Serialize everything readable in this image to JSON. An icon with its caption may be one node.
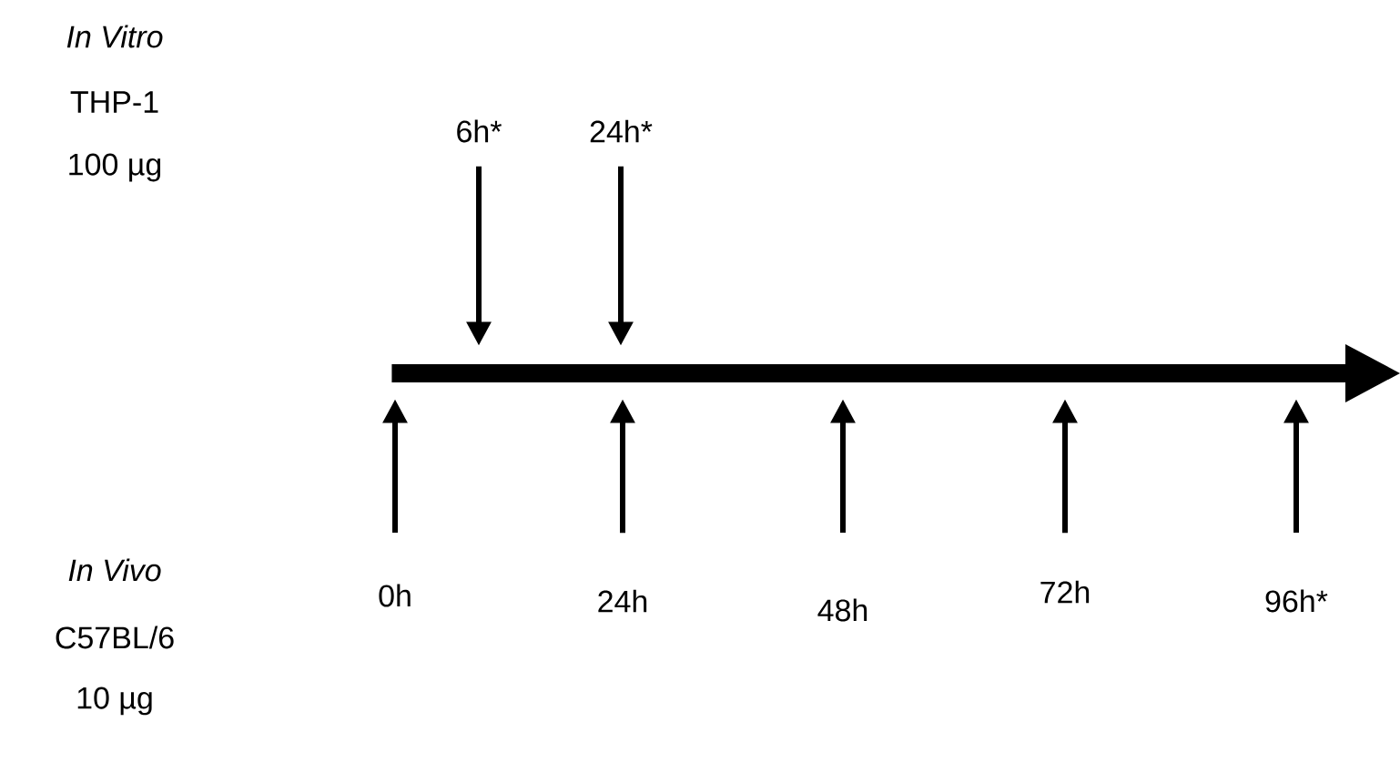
{
  "diagram": {
    "nodes": [
      {
        "text": [],
        "shape": "arrow"
      },
      {
        "text": [
          "6h*"
        ]
      },
      {
        "text": [
          "24h*"
        ]
      },
      {
        "text": [
          "0h"
        ]
      },
      {
        "text": [
          "24h"
        ]
      },
      {
        "text": [
          "48h"
        ]
      },
      {
        "text": [
          "72h"
        ]
      },
      {
        "text": [
          "96h*"
        ]
      }
    ],
    "edges": [
      {
        "from": 1,
        "to": 0,
        "arrow": "to"
      },
      {
        "from": 2,
        "to": 0,
        "arrow": "to"
      },
      {
        "from": 3,
        "to": 0,
        "arrow": "to"
      },
      {
        "from": 4,
        "to": 0,
        "arrow": "to"
      },
      {
        "from": 5,
        "to": 0,
        "arrow": "to"
      },
      {
        "from": 6,
        "to": 0,
        "arrow": "to"
      },
      {
        "from": 7,
        "to": 0,
        "arrow": "to"
      }
    ],
    "labels": [
      "In Vitro",
      "THP-1",
      "100 µg",
      "In Vivo",
      "C57BL/6",
      "10 µg"
    ]
  }
}
